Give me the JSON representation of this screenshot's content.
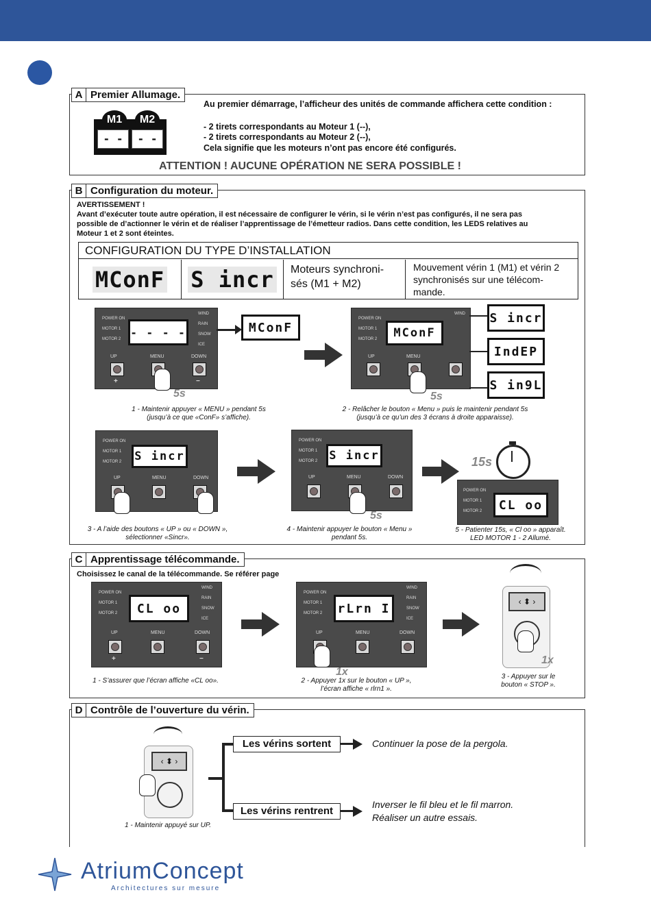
{
  "colors": {
    "header_bar": "#2e5599",
    "bullet": "#2b57a3",
    "panel": "#4a4a4a"
  },
  "sectionA": {
    "letter": "A",
    "title": "Premier Allumage.",
    "m1": "M1",
    "m2": "M2",
    "display": "- -",
    "intro": "Au premier démarrage, l’afficheur des unités de commande affichera cette condition :",
    "line1": "- 2 tirets correspondants au Moteur 1 (--),",
    "line2": "- 2 tirets correspondants au Moteur 2 (--),",
    "line3": "Cela signifie que les moteurs n’ont pas encore été configurés.",
    "warning": "ATTENTION ! AUCUNE OPÉRATION NE SERA POSSIBLE !"
  },
  "sectionB": {
    "letter": "B",
    "title": "Configuration du moteur.",
    "warn_title": "AVERTISSEMENT !",
    "warn_l1": "Avant d’exécuter toute autre opération, il est nécessaire de configurer le vérin, si le vérin n’est pas configurés, il ne sera pas",
    "warn_l2": "possible de d’actionner le vérin et de réaliser l’apprentissage de l’émetteur radios. Dans cette condition, les LEDS relatives au",
    "warn_l3": "Moteur 1 et 2 sont éteintes.",
    "table_title": "CONFIGURATION DU TYPE D’INSTALLATION",
    "lcd_mconf": "MConF",
    "lcd_sincr": "S incr",
    "col3": "Moteurs synchroni-sés (M1 + M2)",
    "col4": "Mouvement vérin 1 (M1) et vérin 2 synchronisés sur une télécom-mande.",
    "panel_labels": {
      "power": "POWER ON",
      "motor1": "MOTOR 1",
      "motor2": "MOTOR 2",
      "wind": "WIND",
      "rain": "RAIN",
      "snow": "SNOW",
      "ice": "ICE",
      "up": "UP",
      "menu": "MENU",
      "down": "DOWN",
      "plus": "+",
      "minus": "−"
    },
    "step1_lcd": "- - - -",
    "step1_out": "MConF",
    "step1_time": "5s",
    "step1_cap1": "1 - Maintenir appuyer « MENU » pendant 5s",
    "step1_cap2": "(jusqu’à ce que «ConF» s’affiche).",
    "step2_lcd": "MConF",
    "step2_opts": [
      "S incr",
      "IndEP",
      "S in9L"
    ],
    "step2_time": "5s",
    "step2_cap1": "2 - Relâcher le bouton « Menu » puis le maintenir pendant 5s",
    "step2_cap2": "(jusqu’à ce qu’un des 3 écrans à droite apparaisse).",
    "step3_lcd": "S incr",
    "step3_cap1": "3 - A l’aide des boutons « UP » ou « DOWN »,",
    "step3_cap2": "sélectionner «Sincr».",
    "step4_lcd": "S incr",
    "step4_time": "5s",
    "step4_cap1": "4 - Maintenir appuyer le bouton « Menu »",
    "step4_cap2": "pendant 5s.",
    "step5_lcd": "CL oo",
    "step5_time": "15s",
    "step5_cap1": "5 - Patienter 15s, « Cl oo » apparaît.",
    "step5_cap2": "LED MOTOR 1 - 2 Allumé."
  },
  "sectionC": {
    "letter": "C",
    "title": "Apprentissage télécommande.",
    "intro": "Choisissez le canal de la télécommande. Se référer page",
    "s1_lcd": "CL oo",
    "s1_cap": "1 - S’assurer que l’écran affiche «CL oo».",
    "s2_lcd": "rLrn I",
    "s2_time": "1x",
    "s2_cap1": "2 - Appuyer 1x sur le bouton « UP »,",
    "s2_cap2": "l’écran affiche « rlrn1 ».",
    "s3_time": "1x",
    "s3_cap1": "3 - Appuyer sur le",
    "s3_cap2": "bouton « STOP »."
  },
  "sectionD": {
    "letter": "D",
    "title": "Contrôle de l’ouverture du vérin.",
    "cap": "1 - Maintenir appuyé sur UP.",
    "out_label": "Les vérins sortent",
    "out_text": "Continuer la pose de la pergola.",
    "in_label": "Les vérins rentrent",
    "in_text1": "Inverser le fil bleu et le fil marron.",
    "in_text2": "Réaliser un autre essais."
  },
  "footer": {
    "brand": "AtriumConcept",
    "tagline": "Architectures sur mesure"
  }
}
